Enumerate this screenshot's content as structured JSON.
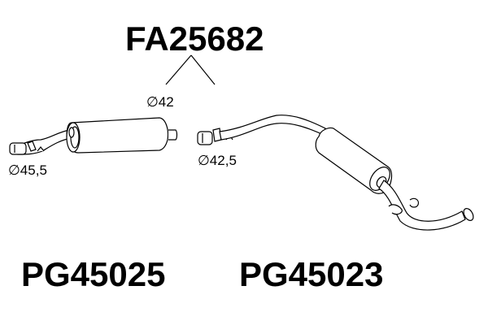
{
  "assembly": {
    "code": "FA25682"
  },
  "parts": [
    {
      "part_number": "PG45025",
      "inlet_diameter": "∅45,5",
      "outlet_diameter": "∅42"
    },
    {
      "part_number": "PG45023",
      "inlet_diameter": "∅42,5"
    }
  ],
  "colors": {
    "background": "#ffffff",
    "line": "#000000"
  }
}
